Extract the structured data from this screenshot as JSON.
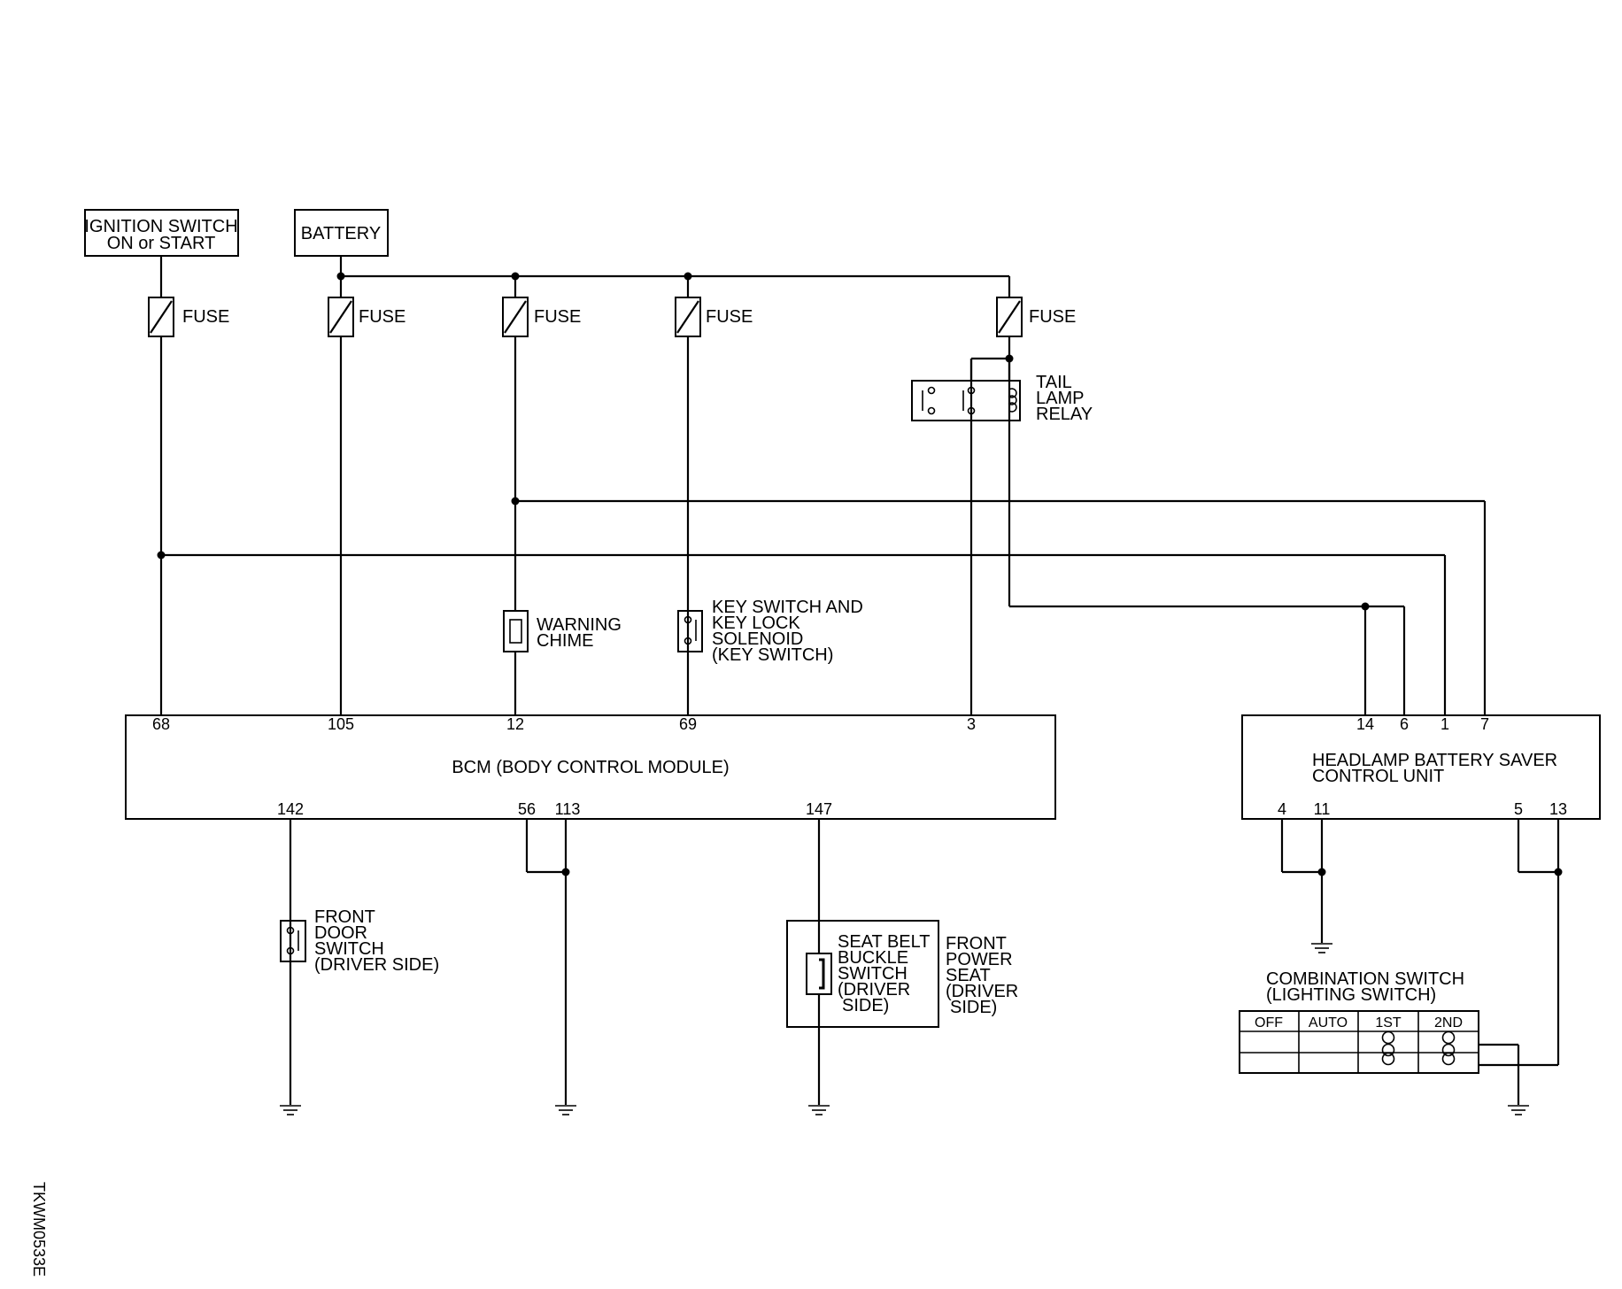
{
  "diagram_id": "TKWM0533E",
  "sources": {
    "ignition_switch": [
      "IGNITION SWITCH",
      "ON or START"
    ],
    "battery": "BATTERY"
  },
  "fuse_label": "FUSE",
  "tail_lamp_relay": [
    "TAIL",
    "LAMP",
    "RELAY"
  ],
  "warning_chime": [
    "WARNING",
    "CHIME"
  ],
  "key_switch": [
    "KEY SWITCH AND",
    "KEY LOCK",
    "SOLENOID",
    "(KEY SWITCH)"
  ],
  "bcm": {
    "name": "BCM (BODY CONTROL MODULE)",
    "top_pins": [
      "68",
      "105",
      "12",
      "69",
      "3"
    ],
    "bottom_pins": [
      "142",
      "56",
      "113",
      "147"
    ]
  },
  "headlamp_unit": {
    "name": [
      "HEADLAMP BATTERY SAVER",
      "CONTROL UNIT"
    ],
    "top_pins": [
      "14",
      "6",
      "1",
      "7"
    ],
    "bottom_pins": [
      "4",
      "11",
      "5",
      "13"
    ]
  },
  "front_door_switch": [
    "FRONT",
    "DOOR",
    "SWITCH",
    "(DRIVER SIDE)"
  ],
  "seat_belt_buckle_switch": [
    "SEAT BELT",
    "BUCKLE",
    "SWITCH",
    "(DRIVER",
    "SIDE)"
  ],
  "front_power_seat": [
    "FRONT",
    "POWER",
    "SEAT",
    "(DRIVER",
    "SIDE)"
  ],
  "combination_switch": {
    "title": [
      "COMBINATION SWITCH",
      "(LIGHTING SWITCH)"
    ],
    "positions": [
      "OFF",
      "AUTO",
      "1ST",
      "2ND"
    ]
  }
}
